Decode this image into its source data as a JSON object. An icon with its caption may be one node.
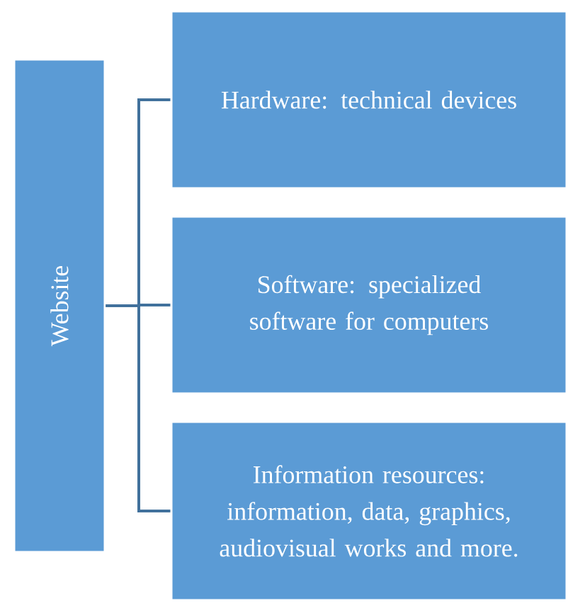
{
  "diagram": {
    "nodes": [
      {
        "text": [
          "Website"
        ]
      },
      {
        "text": [
          "Hardware: technical devices"
        ]
      },
      {
        "text": [
          "Software: specialized software for computers"
        ]
      },
      {
        "text": [
          "Information resources: information, data, graphics, audiovisual works and more."
        ]
      }
    ],
    "edges": [
      {
        "from": 0,
        "to": 1,
        "arrow": "none"
      },
      {
        "from": 0,
        "to": 2,
        "arrow": "none"
      },
      {
        "from": 0,
        "to": 3,
        "arrow": "none"
      }
    ]
  }
}
